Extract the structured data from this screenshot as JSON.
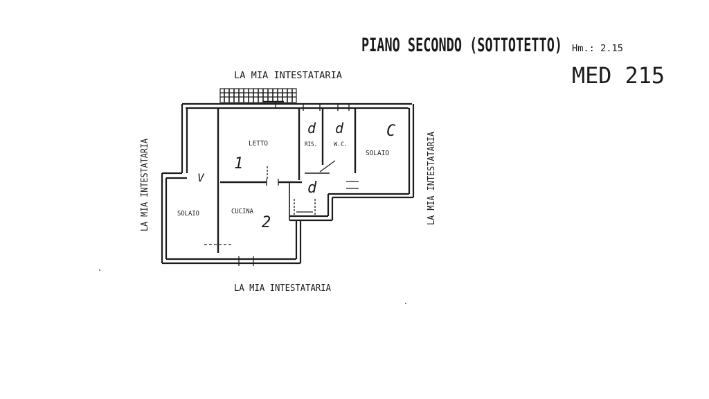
{
  "header": {
    "title": "PIANO SECONDO (SOTTOTETTO)",
    "height_note": "Hm.: 2.15",
    "code": "MED 215"
  },
  "boundaries": {
    "top": "LA MIA INTESTATARIA",
    "bottom": "LA MIA INTESTATARIA",
    "left": "LA MIA INTESTATARIA",
    "right": "LA MIA INTESTATARIA"
  },
  "rooms": {
    "letto": "LETTO",
    "cucina": "CUCINA",
    "solaio_left": "SOLAIO",
    "solaio_right": "SOLAIO",
    "ripostiglio": "RIS.",
    "wc": "W.C."
  },
  "marks": {
    "m1": "1",
    "m2": "2",
    "c": "C",
    "d1": "d",
    "d2": "d",
    "d3": "d",
    "v": "V"
  }
}
